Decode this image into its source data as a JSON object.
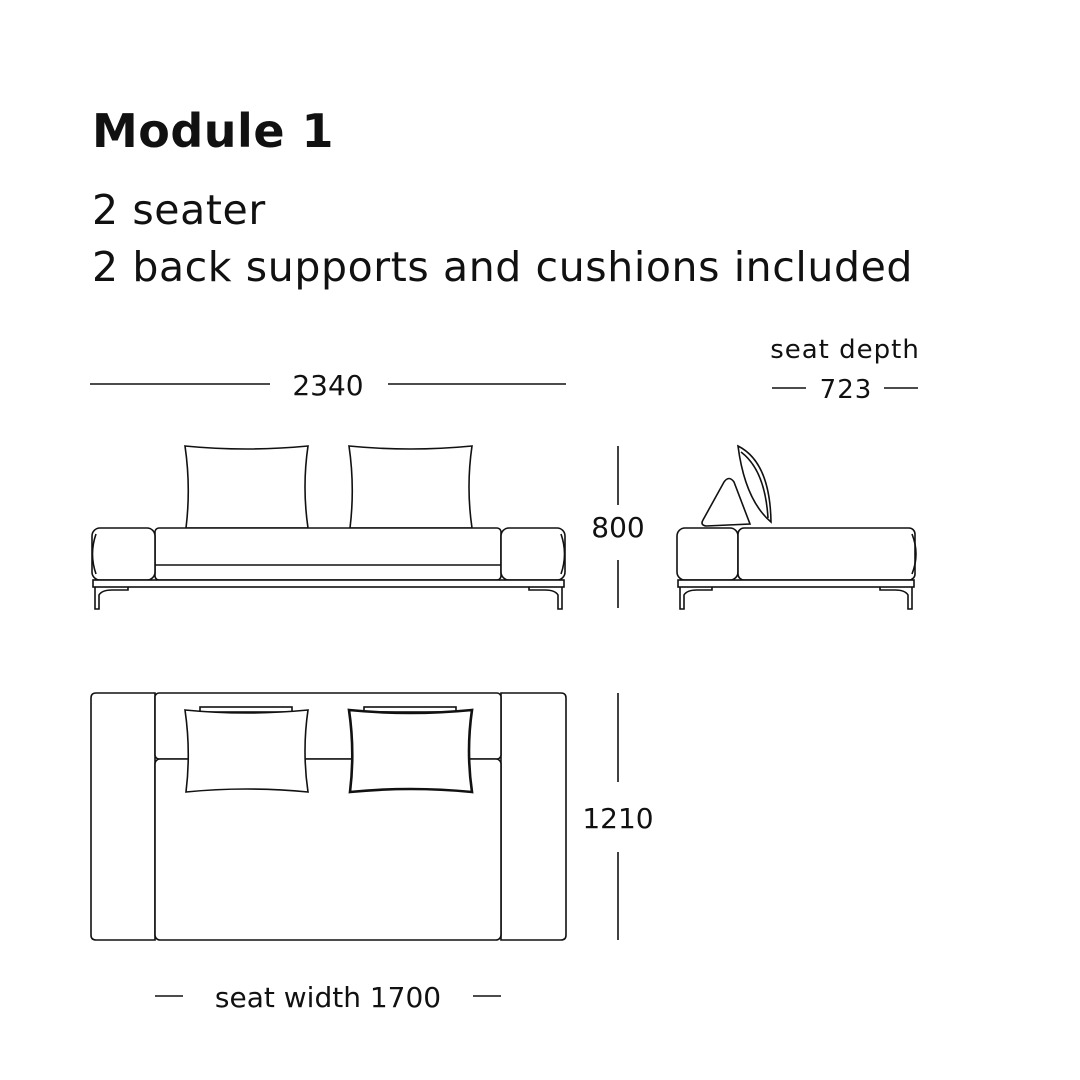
{
  "header": {
    "title": "Module 1",
    "line1": "2 seater",
    "line2": "2 back supports and cushions included"
  },
  "dimensions": {
    "total_width": "2340",
    "height": "800",
    "depth": "1210",
    "seat_depth_label": "seat depth",
    "seat_depth_value": "723",
    "seat_width_label": "seat width 1700"
  }
}
